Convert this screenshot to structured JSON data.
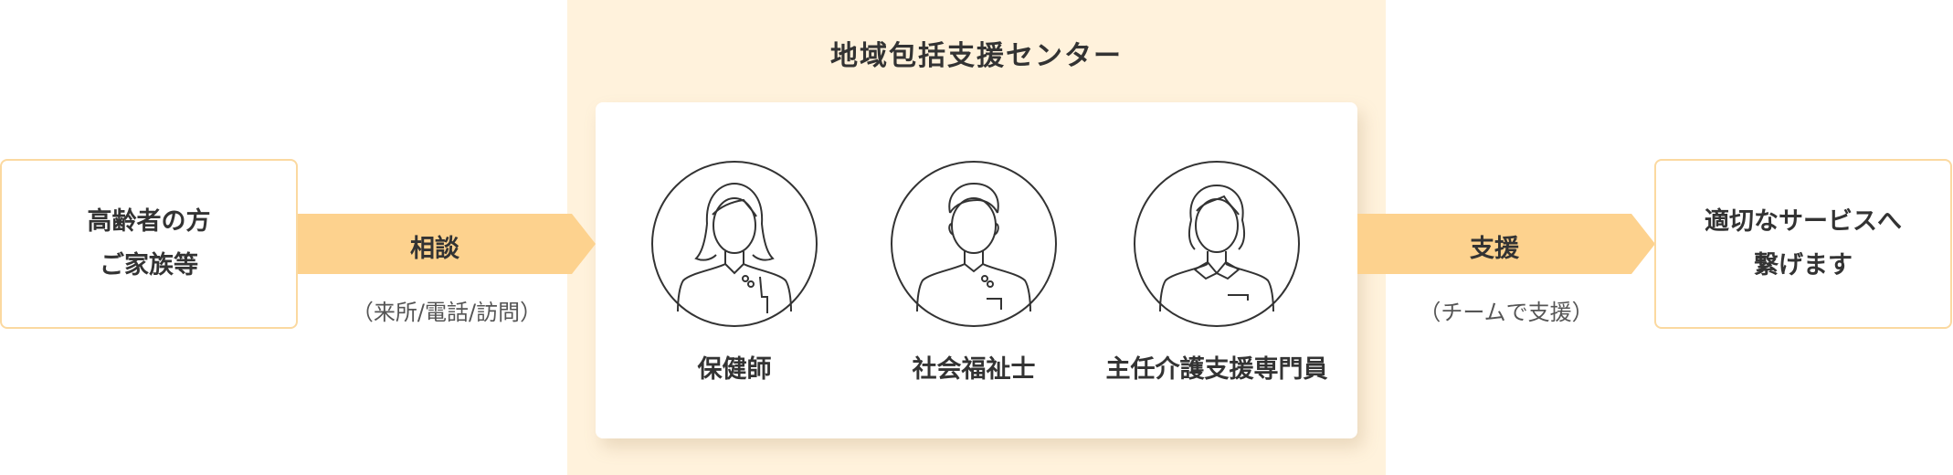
{
  "center": {
    "title": "地域包括支援センター"
  },
  "left_box": {
    "line1": "高齢者の方",
    "line2": "ご家族等"
  },
  "right_box": {
    "line1": "適切なサービスへ",
    "line2": "繋げます"
  },
  "left_arrow": {
    "label": "相談",
    "sub": "（来所/電話/訪問）"
  },
  "right_arrow": {
    "label": "支援",
    "sub": "（チームで支援）"
  },
  "roles": [
    {
      "label": "保健師",
      "icon": "female-nurse-icon"
    },
    {
      "label": "社会福祉士",
      "icon": "male-worker-icon"
    },
    {
      "label": "主任介護支援専門員",
      "icon": "female-caremanager-icon"
    }
  ],
  "colors": {
    "center_bg": "#fff2dc",
    "arrow": "#fdd28e",
    "box_border": "#fbd9a0",
    "line": "#333333"
  }
}
